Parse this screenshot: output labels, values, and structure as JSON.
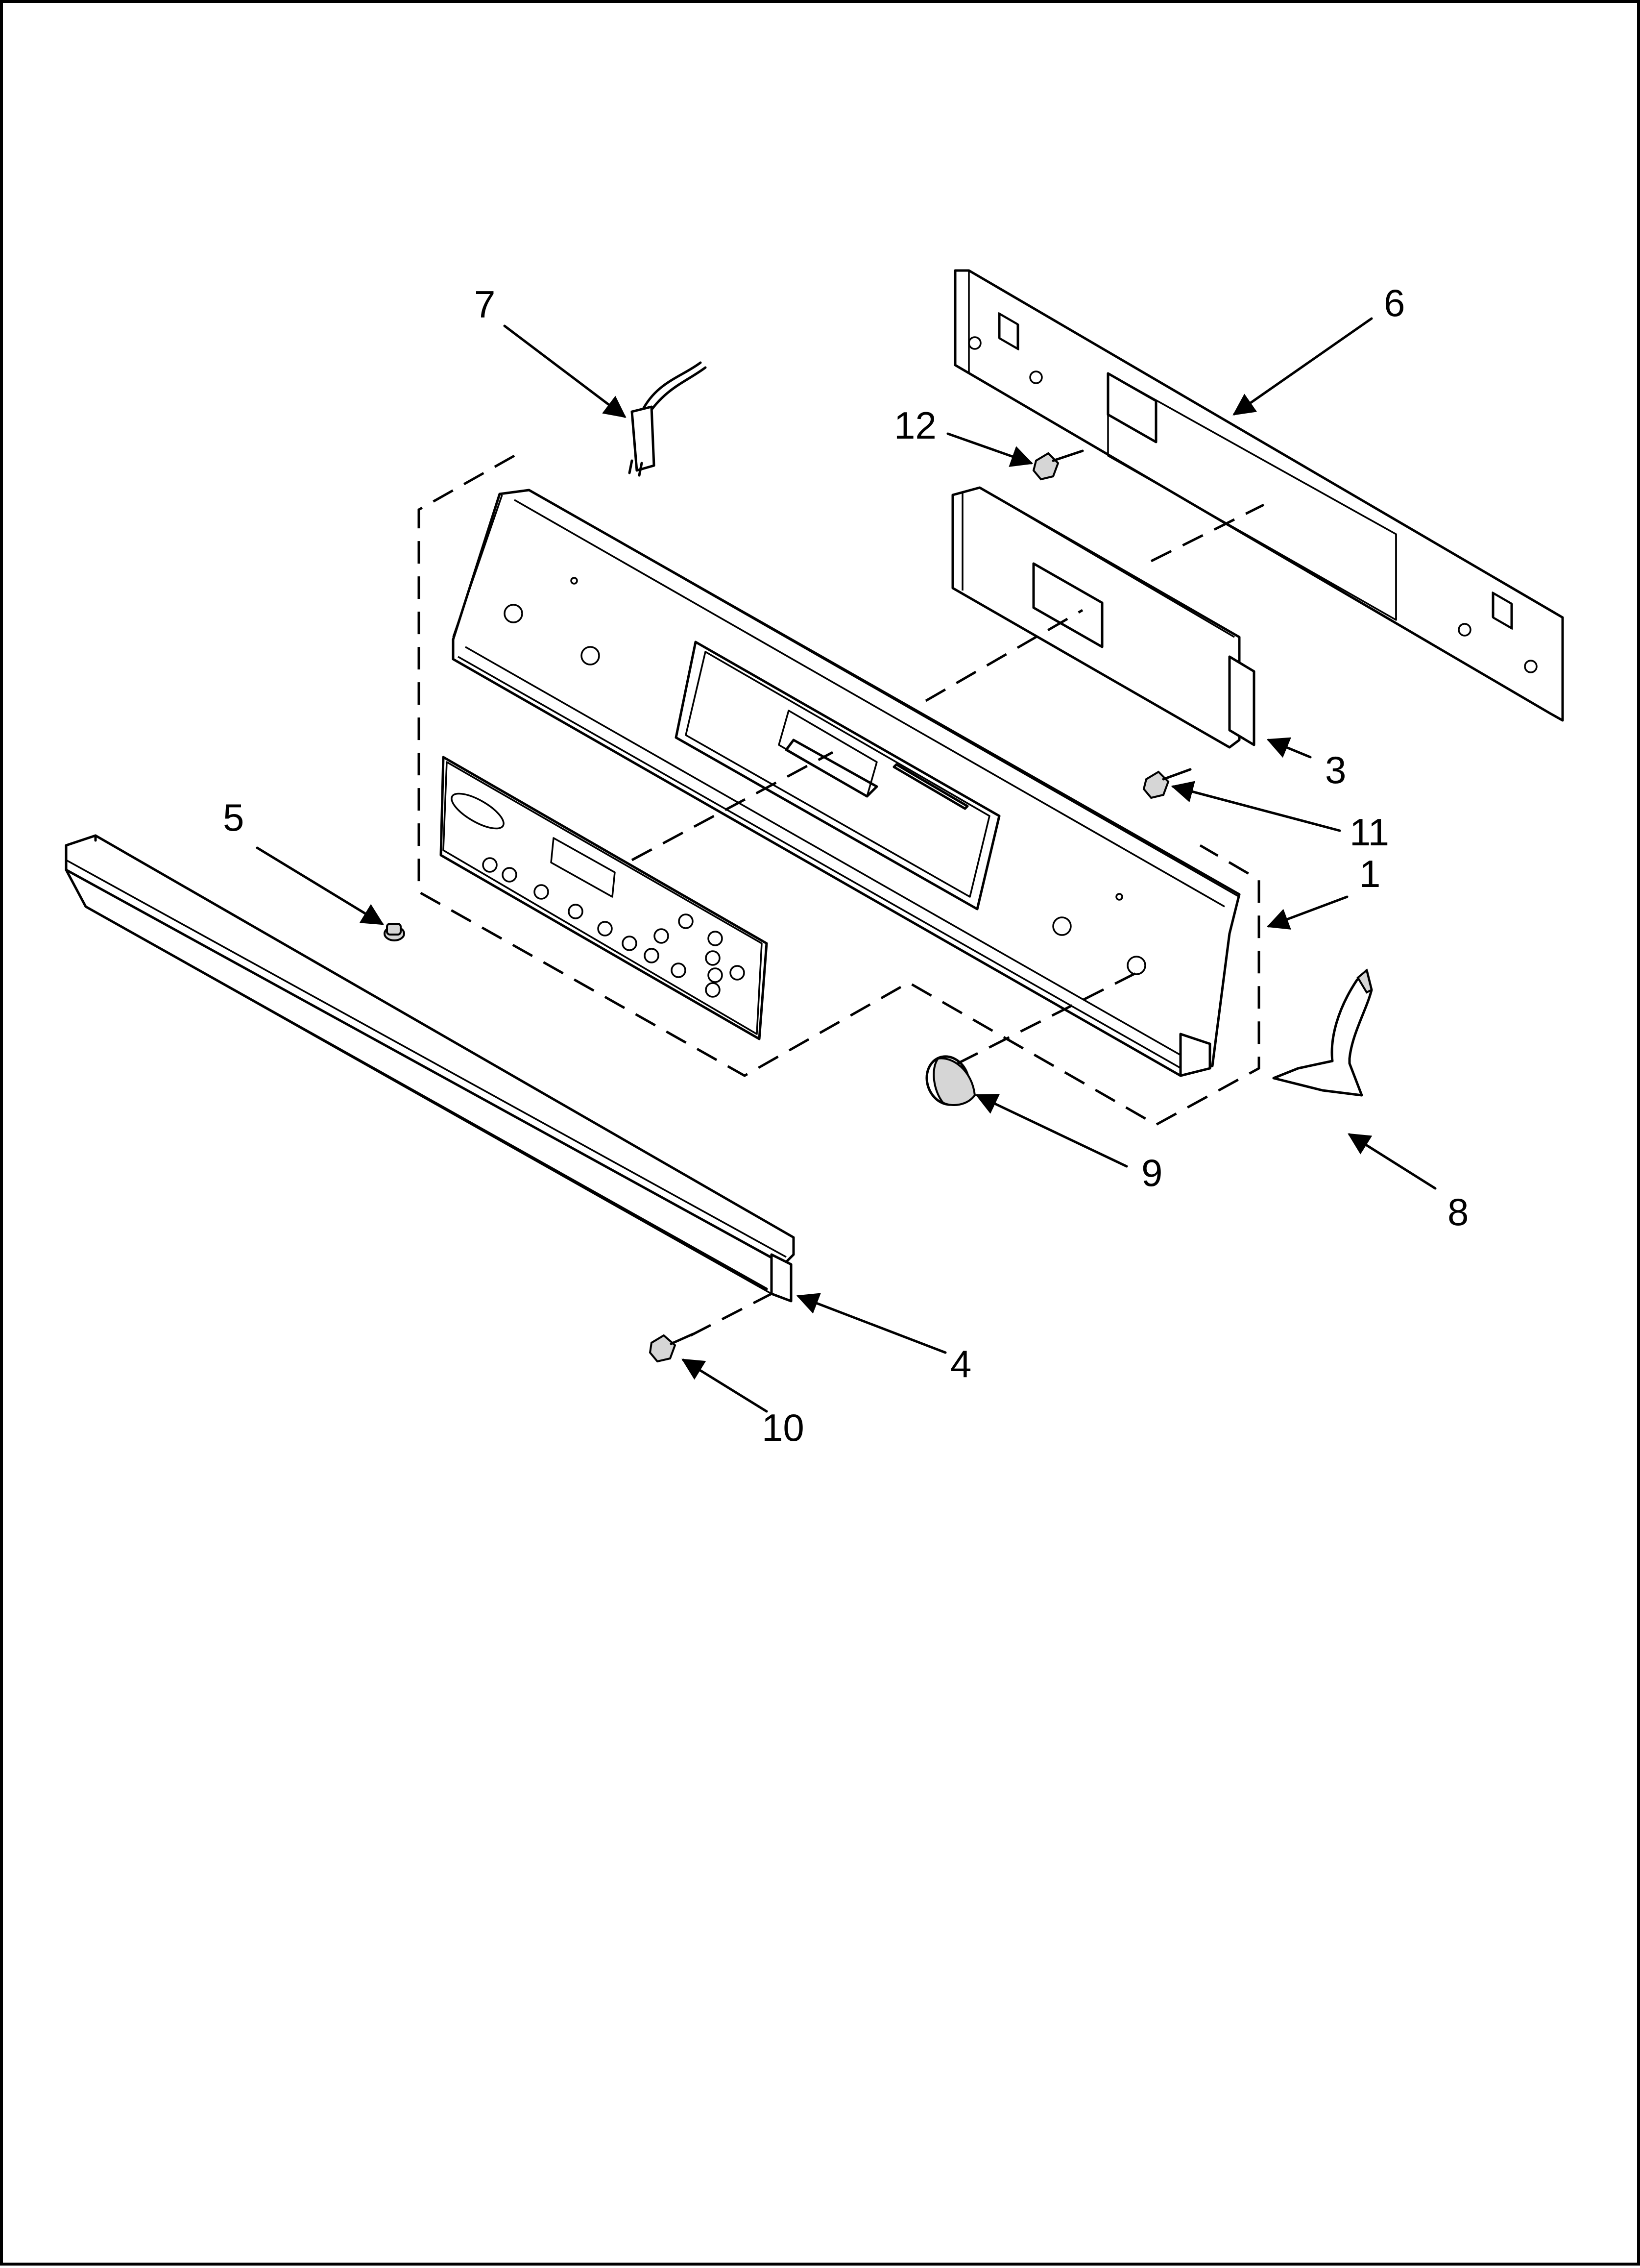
{
  "callouts": [
    {
      "id": "1",
      "label": "1"
    },
    {
      "id": "3",
      "label": "3"
    },
    {
      "id": "4",
      "label": "4"
    },
    {
      "id": "5",
      "label": "5"
    },
    {
      "id": "6",
      "label": "6"
    },
    {
      "id": "7",
      "label": "7"
    },
    {
      "id": "8",
      "label": "8"
    },
    {
      "id": "9",
      "label": "9"
    },
    {
      "id": "10",
      "label": "10"
    },
    {
      "id": "11",
      "label": "11"
    },
    {
      "id": "12",
      "label": "12"
    }
  ],
  "colors": {
    "line": "#000000",
    "background": "#ffffff",
    "shade": "#d6d6d6"
  }
}
